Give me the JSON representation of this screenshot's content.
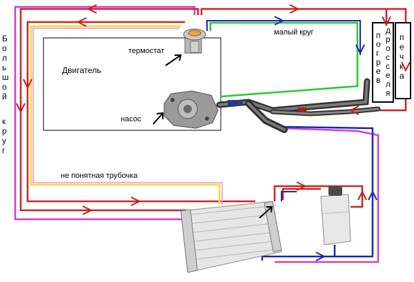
{
  "labels": {
    "engine": "Двигатель",
    "thermostat": "термостат",
    "pump": "насос",
    "small_circuit": "малый круг",
    "unknown_pipe": "не понятная трубочка",
    "big_circuit": [
      "Б",
      "о",
      "л",
      "ь",
      "ш",
      "о",
      "й",
      "к",
      "р",
      "у",
      "г"
    ],
    "heater": [
      "п",
      "е",
      "ч",
      "к",
      "а"
    ],
    "throttle_col1": [
      "д",
      "р",
      "о",
      "с",
      "с",
      "е",
      "л",
      "я"
    ],
    "throttle_col2": [
      "п",
      "о",
      "г",
      "р",
      "е",
      "в"
    ]
  },
  "colors": {
    "big_circuit_line": "#d42020",
    "outer_line": "#d03cd0",
    "small_circuit_line": "#22cc22",
    "return_line": "#1a22b8",
    "yellow_line": "#f0e020",
    "arrow_red": "#cc1a1a",
    "arrow_blue": "#1a22b8"
  },
  "components": [
    "thermostat-icon",
    "pump-icon",
    "radiator-icon",
    "expansion-tank-icon",
    "hoses-icon"
  ]
}
